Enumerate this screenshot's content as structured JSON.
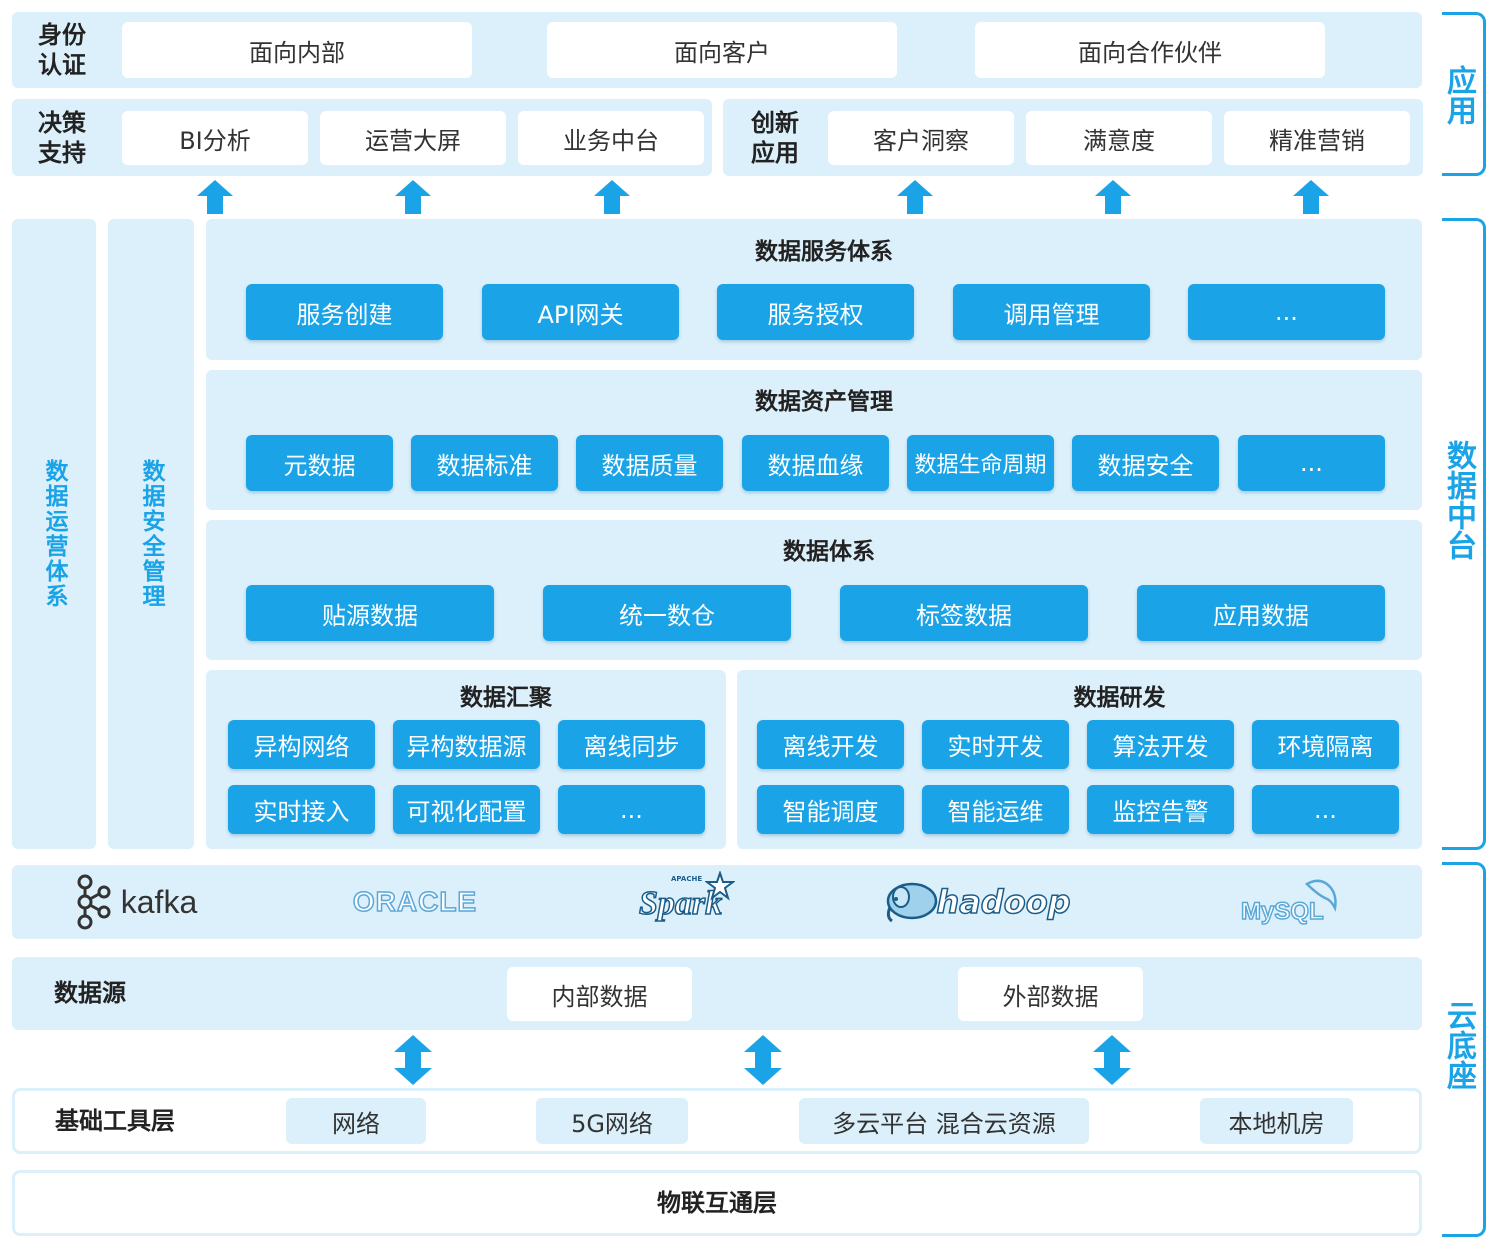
{
  "application_layer": {
    "identity": {
      "label": "身份\n认证",
      "items": [
        "面向内部",
        "面向客户",
        "面向合作伙伴"
      ]
    },
    "decision": {
      "label": "决策\n支持",
      "items": [
        "BI分析",
        "运营大屏",
        "业务中台"
      ]
    },
    "innovation": {
      "label": "创新\n应用",
      "items": [
        "客户洞察",
        "满意度",
        "精准营销"
      ]
    }
  },
  "side_labels": {
    "application": "应用",
    "data_middle": "数据中台",
    "cloud_base": "云底座"
  },
  "vertical_labels": {
    "operations": "数据运营体系",
    "security": "数据安全管理"
  },
  "data_service": {
    "title": "数据服务体系",
    "items": [
      "服务创建",
      "API网关",
      "服务授权",
      "调用管理",
      "..."
    ]
  },
  "data_asset": {
    "title": "数据资产管理",
    "items": [
      "元数据",
      "数据标准",
      "数据质量",
      "数据血缘",
      "数据生命周期",
      "数据安全",
      "..."
    ]
  },
  "data_system": {
    "title": "数据体系",
    "items": [
      "贴源数据",
      "统一数仓",
      "标签数据",
      "应用数据"
    ]
  },
  "data_aggregation": {
    "title": "数据汇聚",
    "items": [
      "异构网络",
      "异构数据源",
      "离线同步",
      "实时接入",
      "可视化配置",
      "..."
    ]
  },
  "data_dev": {
    "title": "数据研发",
    "items": [
      "离线开发",
      "实时开发",
      "算法开发",
      "环境隔离",
      "智能调度",
      "智能运维",
      "监控告警",
      "..."
    ]
  },
  "tech_logos": [
    {
      "name": "kafka",
      "text": "kafka"
    },
    {
      "name": "oracle",
      "text": "ORACLE"
    },
    {
      "name": "spark",
      "text": "Spark",
      "sub": "APACHE"
    },
    {
      "name": "hadoop",
      "text": "hadoop"
    },
    {
      "name": "mysql",
      "text": "MySQL"
    }
  ],
  "data_source": {
    "label": "数据源",
    "items": [
      "内部数据",
      "外部数据"
    ]
  },
  "infra": {
    "label": "基础工具层",
    "items": [
      "网络",
      "5G网络",
      "多云平台 混合云资源",
      "本地机房"
    ]
  },
  "iot": {
    "label": "物联互通层"
  },
  "colors": {
    "accent": "#1aa3e6",
    "panel": "#dcf0fb"
  }
}
